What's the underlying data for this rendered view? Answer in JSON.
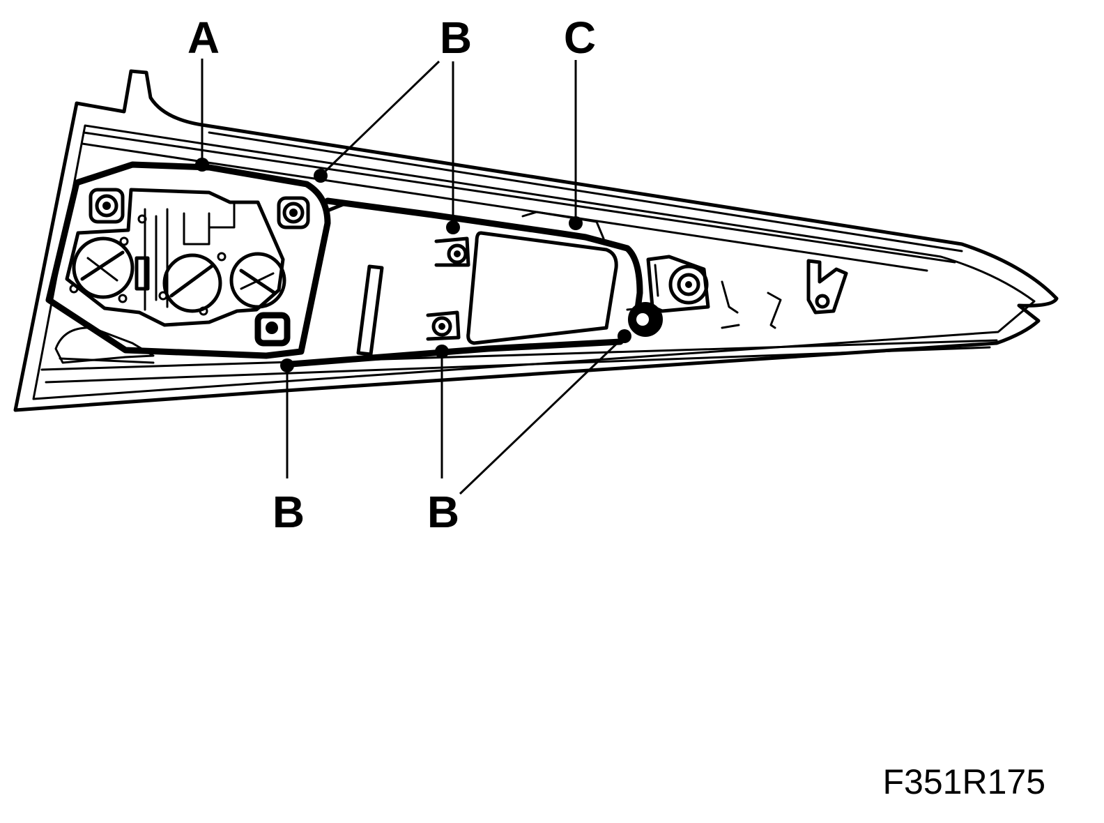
{
  "diagram": {
    "callouts": {
      "a_top": "A",
      "b_top_left": "B",
      "b_top_mid": "B",
      "c_top": "C",
      "b_bottom_left": "B",
      "b_bottom_mid": "B"
    },
    "figure_code": "F351R175"
  },
  "colors": {
    "line": "#000000",
    "background": "#ffffff"
  }
}
